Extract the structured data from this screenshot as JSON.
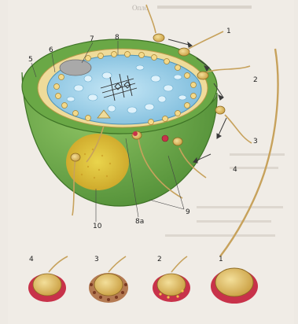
{
  "header_text": "Опло",
  "labels": {
    "l1": "1",
    "l2": "2",
    "l3": "3",
    "l4": "4",
    "l5": "5",
    "l6": "6",
    "l7": "7",
    "l8": "8",
    "l8a": "8а",
    "l9": "9",
    "l10": "10"
  },
  "stages": [
    "4",
    "3",
    "2",
    "1"
  ],
  "colors": {
    "background": "#eeeae4",
    "cell_green": "#5f9b3f",
    "cytoplasm_blue": "#9ccfe8",
    "yolk_yellow": "#e8c23c",
    "sperm_tan": "#c7a25c",
    "acrosome_red": "#c8324a"
  }
}
